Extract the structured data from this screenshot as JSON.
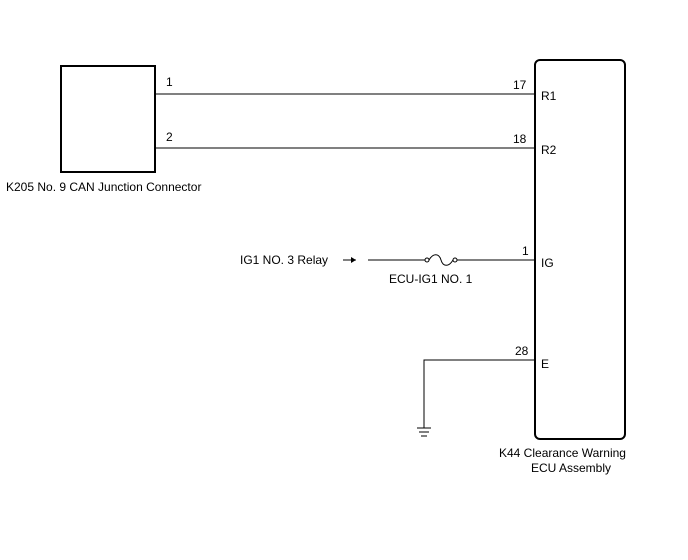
{
  "k205": {
    "label": "K205  No. 9 CAN Junction Connector",
    "pins": [
      "1",
      "2"
    ]
  },
  "k44": {
    "label_line1": "K44  Clearance Warning",
    "label_line2": "ECU Assembly",
    "pins": [
      {
        "number": "17",
        "name": "R1"
      },
      {
        "number": "18",
        "name": "R2"
      },
      {
        "number": "1",
        "name": "IG"
      },
      {
        "number": "28",
        "name": "E"
      }
    ]
  },
  "relay": {
    "label": "IG1 NO. 3 Relay"
  },
  "fuse": {
    "label": "ECU-IG1 NO. 1"
  },
  "icons": {
    "fuse": "fuse-icon",
    "ground": "ground-icon",
    "arrow": "arrow-icon"
  }
}
